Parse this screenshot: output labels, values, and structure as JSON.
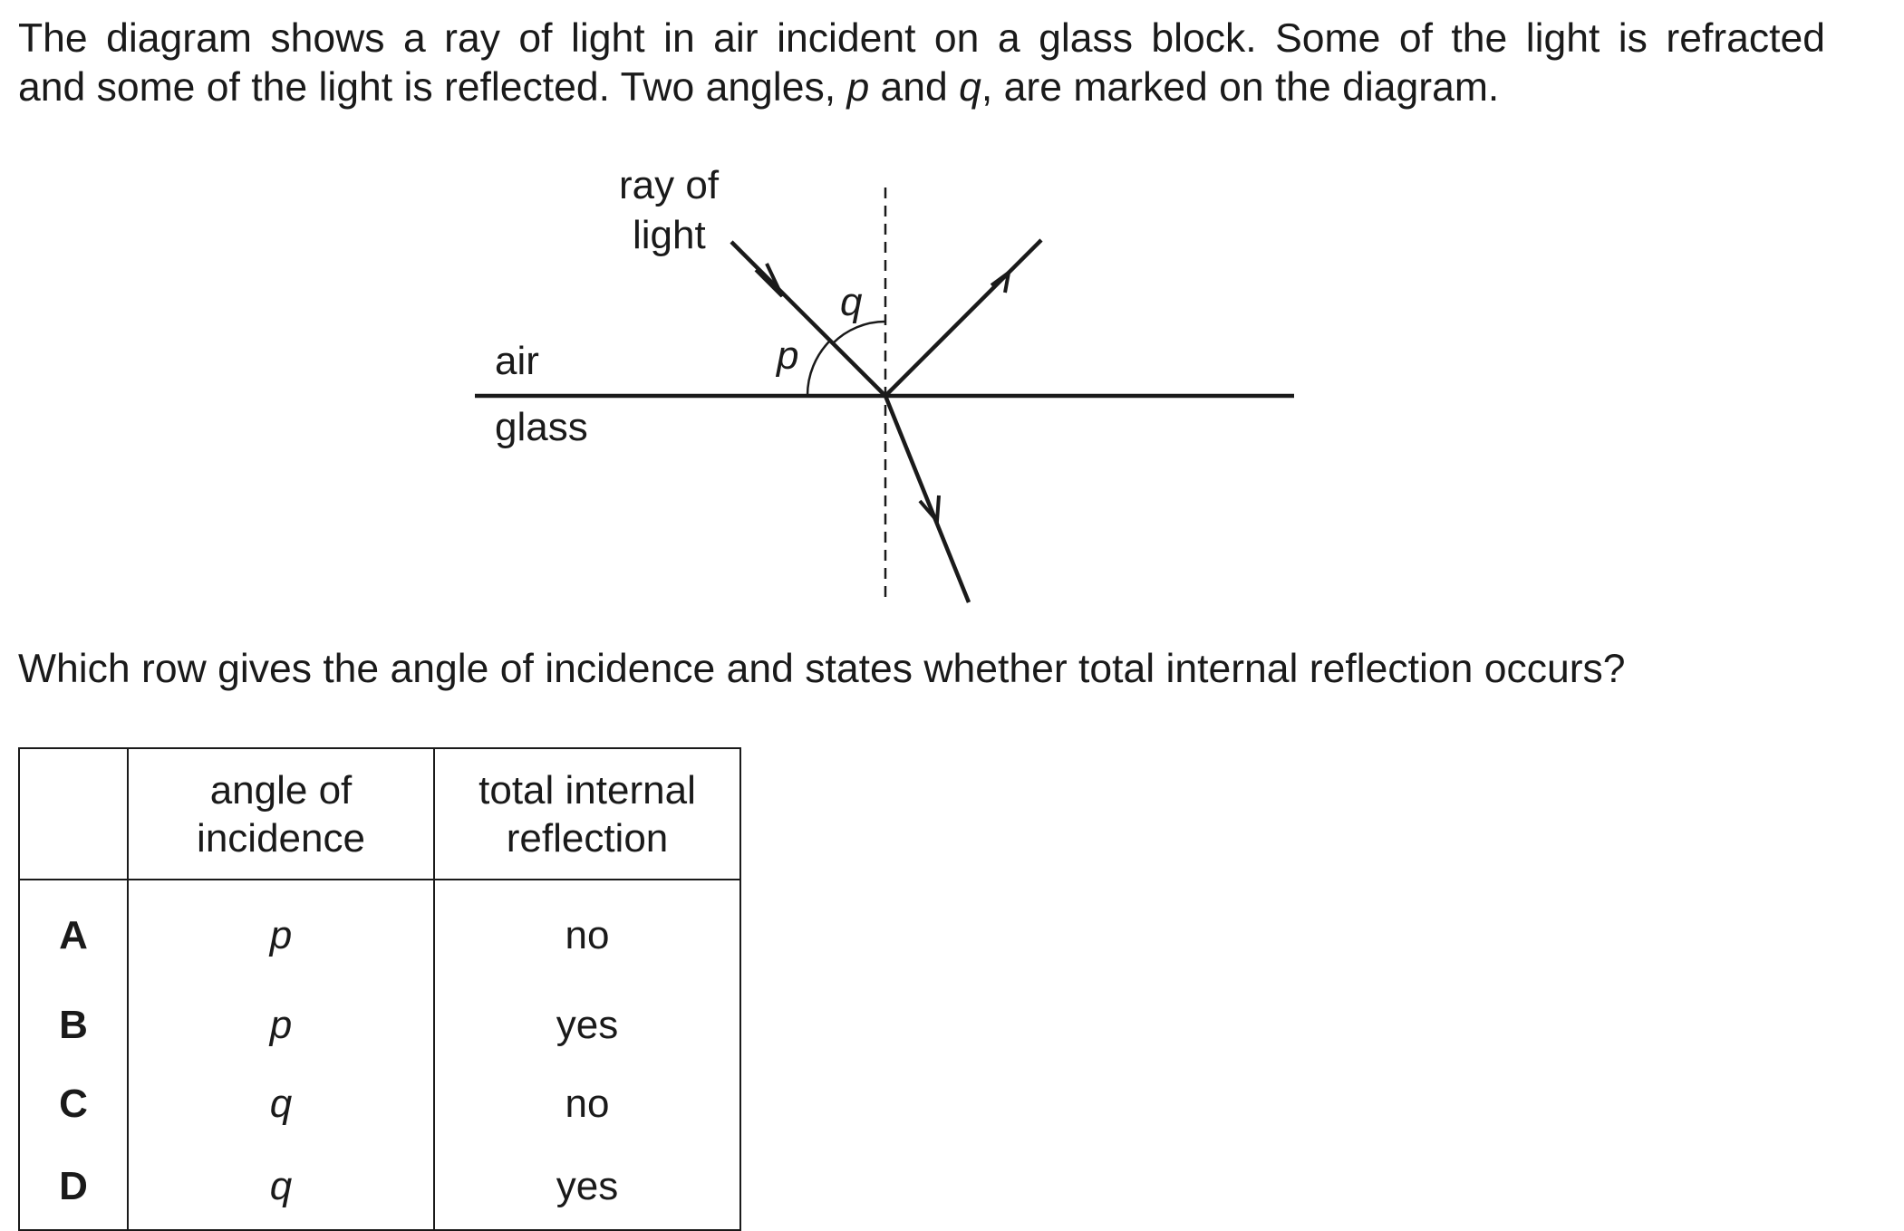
{
  "intro": {
    "line1": "The diagram shows a ray of light in air incident on a glass block. Some of the light is refracted",
    "line2_a": "and some of the light is reflected. Two angles, ",
    "line2_p": "p",
    "line2_b": " and ",
    "line2_q": "q",
    "line2_c": ", are marked on the diagram."
  },
  "diagram": {
    "ray_label_line1": "ray of",
    "ray_label_line2": "light",
    "medium_top": "air",
    "medium_bottom": "glass",
    "angle_p": "p",
    "angle_q": "q"
  },
  "question": "Which row gives the angle of incidence and states whether total internal reflection occurs?",
  "table": {
    "headers": [
      [
        "angle of",
        "incidence"
      ],
      [
        "total internal",
        "reflection"
      ]
    ],
    "rows": [
      {
        "label": "A",
        "angle": "p",
        "tir": "no"
      },
      {
        "label": "B",
        "angle": "p",
        "tir": "yes"
      },
      {
        "label": "C",
        "angle": "q",
        "tir": "no"
      },
      {
        "label": "D",
        "angle": "q",
        "tir": "yes"
      }
    ]
  }
}
